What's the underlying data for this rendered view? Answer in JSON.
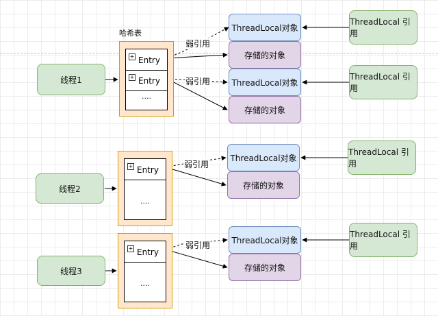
{
  "hash_table_title": "哈希表",
  "threads": [
    "线程1",
    "线程2",
    "线程3"
  ],
  "entry_label": "Entry",
  "ellipsis": "....",
  "weak_ref_label": "弱引用",
  "threadlocal_label": "ThreadLocal对象",
  "stored_object_label": "存储的对象",
  "threadlocal_ref_label": "ThreadLocal 引用",
  "colors": {
    "thread_fill": "#d5e8d4",
    "thread_stroke": "#82b366",
    "threadlocal_fill": "#dae8fc",
    "threadlocal_stroke": "#6c8ebf",
    "object_fill": "#e1d5e7",
    "object_stroke": "#9673a6",
    "hash_fill": "#ffe6cc",
    "hash_stroke": "#d79b00"
  }
}
